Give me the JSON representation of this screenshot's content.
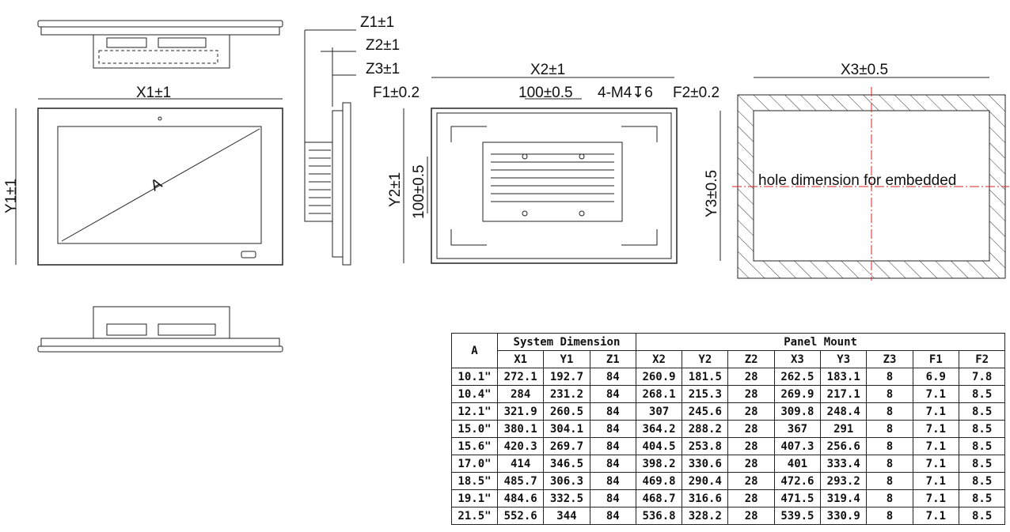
{
  "labels": {
    "x1": "X1±1",
    "y1": "Y1±1",
    "a": "A",
    "z1": "Z1±1",
    "z2": "Z2±1",
    "z3": "Z3±1",
    "x2": "X2±1",
    "y2": "Y2±1",
    "f1": "F1±0.2",
    "hole_h": "100±0.5",
    "hole_v": "100±0.5",
    "screw": "4-M4↧6",
    "x3": "X3±0.5",
    "y3": "Y3±0.5",
    "f2": "F2±0.2",
    "cutout_note": "hole dimension for embedded"
  },
  "table": {
    "col_a": "A",
    "group_system": "System Dimension",
    "group_panel": "Panel Mount",
    "headers": [
      "X1",
      "Y1",
      "Z1",
      "X2",
      "Y2",
      "Z2",
      "X3",
      "Y3",
      "Z3",
      "F1",
      "F2"
    ],
    "rows": [
      [
        "10.1\"",
        "272.1",
        "192.7",
        "84",
        "260.9",
        "181.5",
        "28",
        "262.5",
        "183.1",
        "8",
        "6.9",
        "7.8"
      ],
      [
        "10.4\"",
        "284",
        "231.2",
        "84",
        "268.1",
        "215.3",
        "28",
        "269.9",
        "217.1",
        "8",
        "7.1",
        "8.5"
      ],
      [
        "12.1\"",
        "321.9",
        "260.5",
        "84",
        "307",
        "245.6",
        "28",
        "309.8",
        "248.4",
        "8",
        "7.1",
        "8.5"
      ],
      [
        "15.0\"",
        "380.1",
        "304.1",
        "84",
        "364.2",
        "288.2",
        "28",
        "367",
        "291",
        "8",
        "7.1",
        "8.5"
      ],
      [
        "15.6\"",
        "420.3",
        "269.7",
        "84",
        "404.5",
        "253.8",
        "28",
        "407.3",
        "256.6",
        "8",
        "7.1",
        "8.5"
      ],
      [
        "17.0\"",
        "414",
        "346.5",
        "84",
        "398.2",
        "330.6",
        "28",
        "401",
        "333.4",
        "8",
        "7.1",
        "8.5"
      ],
      [
        "18.5\"",
        "485.7",
        "306.3",
        "84",
        "469.8",
        "290.4",
        "28",
        "472.6",
        "293.2",
        "8",
        "7.1",
        "8.5"
      ],
      [
        "19.1\"",
        "484.6",
        "332.5",
        "84",
        "468.7",
        "316.6",
        "28",
        "471.5",
        "319.4",
        "8",
        "7.1",
        "8.5"
      ],
      [
        "21.5\"",
        "552.6",
        "344",
        "84",
        "536.8",
        "328.2",
        "28",
        "539.5",
        "330.9",
        "8",
        "7.1",
        "8.5"
      ]
    ]
  }
}
